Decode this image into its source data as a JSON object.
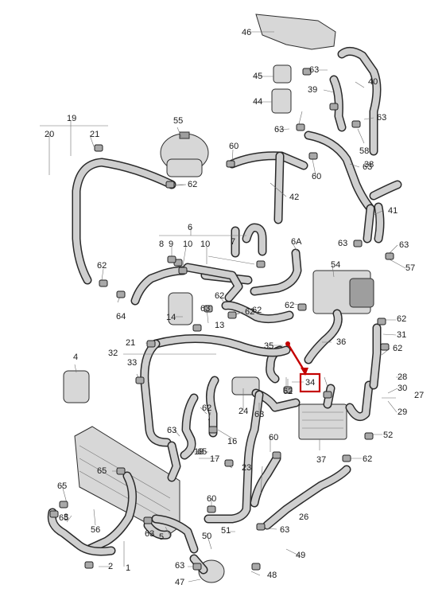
{
  "diagram": {
    "callouts": [
      "46",
      "45",
      "44",
      "63",
      "39",
      "40",
      "63",
      "63",
      "58",
      "63",
      "55",
      "60",
      "62",
      "42",
      "38",
      "60",
      "41",
      "20",
      "19",
      "21",
      "62",
      "6",
      "7",
      "6A",
      "63",
      "63",
      "57",
      "9",
      "10",
      "10",
      "8",
      "62",
      "54",
      "62",
      "64",
      "14",
      "62",
      "63",
      "13",
      "62",
      "62",
      "31",
      "21",
      "32",
      "35",
      "36",
      "62",
      "33",
      "62",
      "28",
      "30",
      "27",
      "4",
      "34",
      "29",
      "24",
      "63",
      "62",
      "16",
      "63",
      "18",
      "17",
      "65",
      "60",
      "52",
      "37",
      "62",
      "65",
      "65",
      "23",
      "26",
      "56",
      "65",
      "63",
      "60",
      "3",
      "5",
      "51",
      "63",
      "50",
      "49",
      "2",
      "1",
      "63",
      "48",
      "47"
    ],
    "highlight": "34",
    "accent_color": "#c40000",
    "hose_color": "#2a2a2a",
    "hose_fill": "#cfcfcf"
  }
}
